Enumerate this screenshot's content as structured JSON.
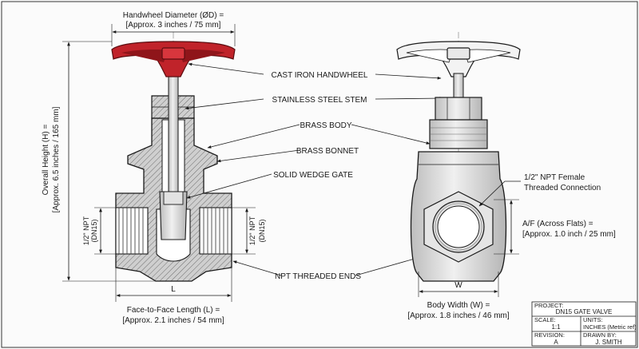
{
  "dimensions": {
    "handwheel_title": "Handwheel Diameter (ØD) =",
    "handwheel_value": "[Approx. 3 inches / 75 mm]",
    "height_title": "Overall Height (H) =",
    "height_value": "[Approx. 6.5 inches / 165 mm]",
    "npt_left_a": "1/2\" NPT",
    "npt_left_b": "(DN15)",
    "npt_right_a": "1/2\" NPT",
    "npt_right_b": "(DN15)",
    "face_letter": "L",
    "face_title": "Face-to-Face Length (L) =",
    "face_value": "[Approx. 2.1 inches / 54 mm]",
    "body_letter": "W",
    "body_title": "Body Width (W) =",
    "body_value": "[Approx. 1.8 inches / 46 mm]",
    "af_title": "A/F (Across Flats) =",
    "af_value": "[Approx. 1.0 inch / 25 mm]"
  },
  "callouts": {
    "handwheel": "CAST IRON HANDWHEEL",
    "stem": "STAINLESS STEEL STEM",
    "body": "BRASS BODY",
    "bonnet": "BRASS BONNET",
    "gate": "SOLID WEDGE GATE",
    "ends": "NPT THREADED ENDS",
    "female_a": "1/2\" NPT Female",
    "female_b": "Threaded Connection"
  },
  "title_block": {
    "project_label": "PROJECT:",
    "project_value": "DN15 GATE VALVE",
    "scale_label": "SCALE:",
    "scale_value": "1:1",
    "units_label": "UNITS:",
    "units_value": "INCHES (Metric ref)",
    "revision_label": "REVISION:",
    "revision_value": "A",
    "drawn_label": "DRAWN BY:",
    "drawn_value": "J. SMITH"
  },
  "colors": {
    "handwheel_red": "#c0232a",
    "metal": "#d6d6d6",
    "ink": "#1a1a1a"
  }
}
